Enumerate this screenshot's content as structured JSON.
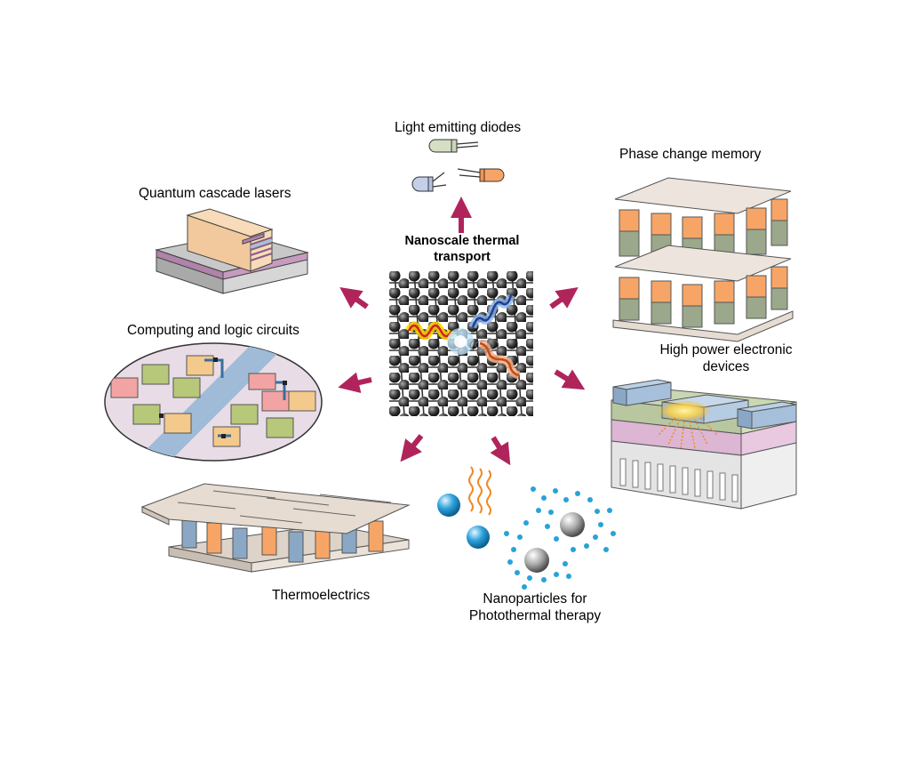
{
  "center": {
    "title_line1": "Nanoscale thermal",
    "title_line2": "transport"
  },
  "applications": {
    "led": "Light emitting diodes",
    "pcm": "Phase change memory",
    "qcl": "Quantum cascade lasers",
    "logic": "Computing and logic circuits",
    "power_line1": "High power electronic",
    "power_line2": "devices",
    "thermo": "Thermoelectrics",
    "nano_line1": "Nanoparticles for",
    "nano_line2": "Photothermal therapy"
  },
  "colors": {
    "arrow": "#b0245c",
    "orange_block": "#f7a566",
    "green_block": "#9ba88b",
    "blue_block": "#8aa8c6",
    "pink_layer": "#dcb6d3",
    "beige": "#e6dcd2"
  }
}
